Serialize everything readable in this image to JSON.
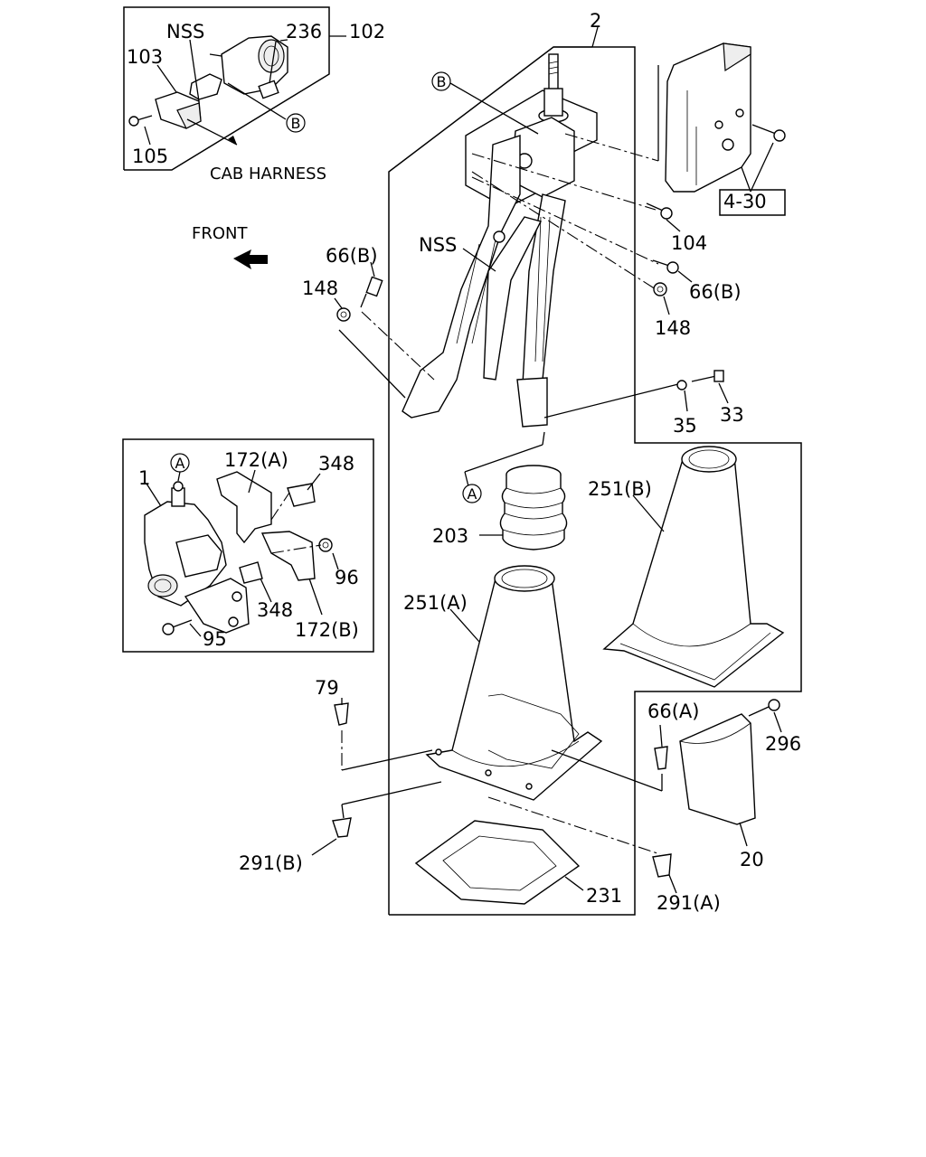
{
  "labels": {
    "assembly": "2",
    "nss_top": "NSS",
    "nss_main": "NSS",
    "p236": "236",
    "p102": "102",
    "p103": "103",
    "p105": "105",
    "cab_harness": "CAB HARNESS",
    "front": "FRONT",
    "ref_4_30": "4-30",
    "p104": "104",
    "p66b_right": "66(B)",
    "p148_right": "148",
    "p66b_left": "66(B)",
    "p148_left": "148",
    "p35": "35",
    "p33": "33",
    "p1": "1",
    "p172a": "172(A)",
    "p348_top": "348",
    "p96": "96",
    "p348_bottom": "348",
    "p95": "95",
    "p172b": "172(B)",
    "p203": "203",
    "p251b": "251(B)",
    "p251a": "251(A)",
    "p79": "79",
    "p66a": "66(A)",
    "p296": "296",
    "p20": "20",
    "p291b": "291(B)",
    "p231": "231",
    "p291a": "291(A)"
  },
  "callouts": {
    "a_main": "A",
    "a_inset": "A",
    "b_main": "B",
    "b_inset": "B"
  }
}
